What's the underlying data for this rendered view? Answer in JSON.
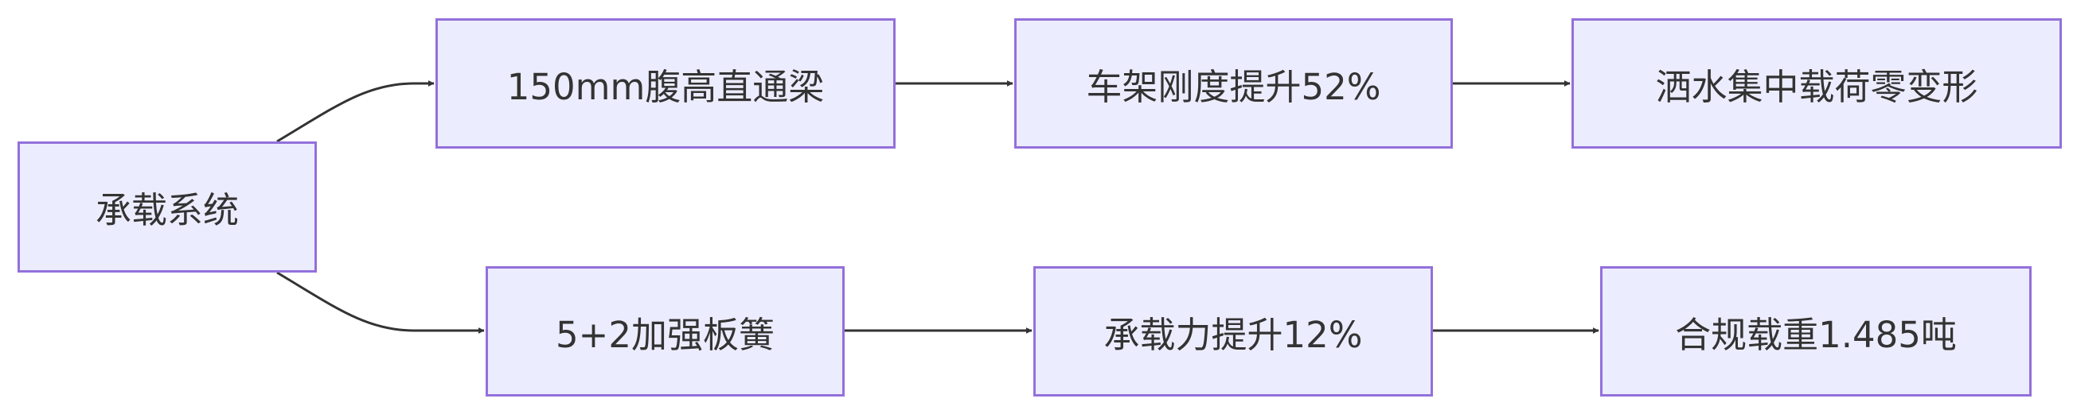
{
  "nodes": {
    "root": "承载系统",
    "top_1": "150mm腹高直通梁",
    "top_2": "车架刚度提升52%",
    "top_3": "洒水集中载荷零变形",
    "bottom_1": "5+2加强板簧",
    "bottom_2": "承载力提升12%",
    "bottom_3": "合规载重1.485吨"
  },
  "colors": {
    "node_fill": "#ececff",
    "node_border": "#9370db",
    "text": "#333333",
    "edge": "#333333"
  }
}
